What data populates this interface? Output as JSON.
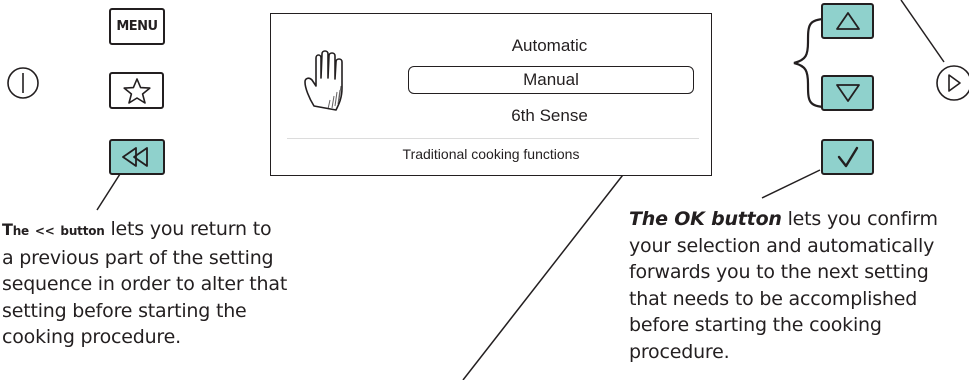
{
  "controls": {
    "menu_label": "MENU",
    "power_icon": "power-icon",
    "favourite_icon": "star-icon",
    "back_icon": "rewind-icon",
    "up_icon": "triangle-up-icon",
    "down_icon": "triangle-down-icon",
    "ok_icon": "checkmark-icon",
    "next_icon": "triangle-right-icon"
  },
  "display": {
    "icon": "hand-icon",
    "options": [
      "Automatic",
      "Manual",
      "6th Sense"
    ],
    "selected_index": 1,
    "status": "Traditional cooking functions"
  },
  "captions": {
    "back_button": {
      "title_first": "T",
      "title_rest": "he",
      "title_arrows": "<<",
      "title_first2": "b",
      "title_rest2": "utton",
      "lines": [
        "lets you return to",
        "a previous part of the setting",
        "sequence in order to alter that",
        "setting before  starting the",
        "cooking procedure."
      ]
    },
    "ok_button": {
      "title": "The OK button",
      "lines": [
        "lets you confirm",
        "your selection and automatically",
        "forwards you to the next setting",
        "that needs to be accomplished",
        "before starting the cooking",
        "procedure."
      ]
    }
  },
  "colors": {
    "key_fill": "#8fd1cc",
    "ink": "#231f20"
  }
}
